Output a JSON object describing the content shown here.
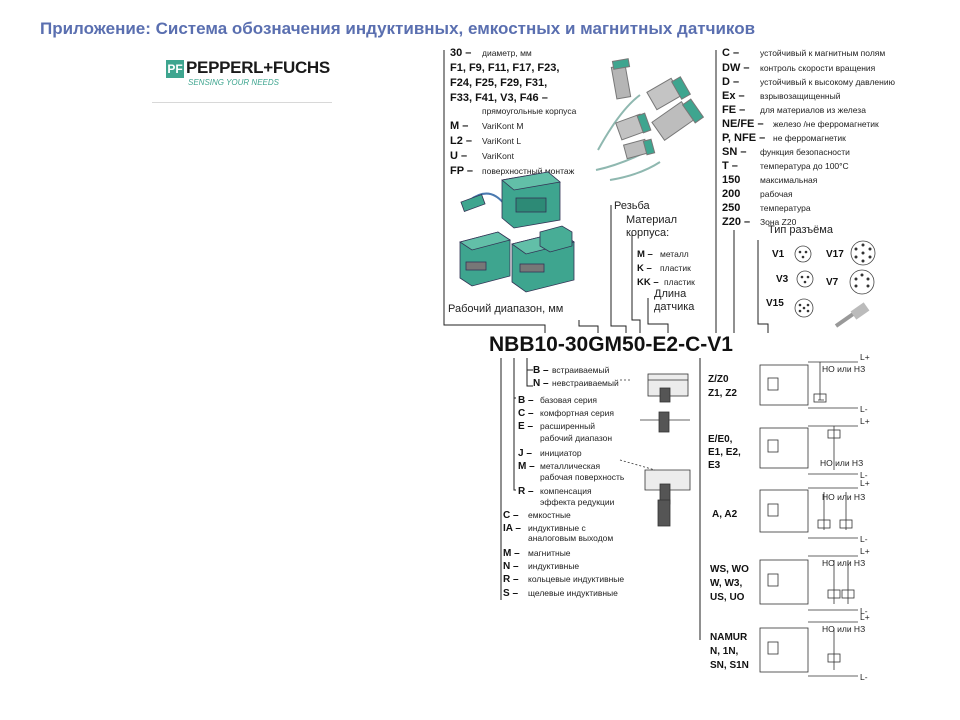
{
  "title": "Приложение: Система обозначения индуктивных, емкостных и магнитных датчиков",
  "logo": {
    "mark": "PF",
    "name": "PEPPERL+FUCHS",
    "tagline": "SENSING YOUR NEEDS"
  },
  "model_code": "NBB10-30GM50-E2-C-V1",
  "size_list": [
    {
      "code": "30 –",
      "desc": "диаметр, мм"
    },
    {
      "code": "F1, F9, F11, F17, F23,",
      "desc": ""
    },
    {
      "code": "F24, F25, F29, F31,",
      "desc": ""
    },
    {
      "code": "F33, F41, V3, F46 –",
      "desc": ""
    },
    {
      "code": "",
      "desc": "прямоугольные корпуса"
    },
    {
      "code": "M –",
      "desc": "VariKont M"
    },
    {
      "code": "L2 –",
      "desc": "VariKont L"
    },
    {
      "code": "U –",
      "desc": "VariKont"
    },
    {
      "code": "FP –",
      "desc": "поверхностный монтаж"
    }
  ],
  "option_list": [
    {
      "code": "C –",
      "desc": "устойчивый к магнитным полям"
    },
    {
      "code": "DW –",
      "desc": "контроль скорости вращения"
    },
    {
      "code": "D –",
      "desc": "устойчивый к высокому давлению"
    },
    {
      "code": "Ex –",
      "desc": "взрывозащищенный"
    },
    {
      "code": "FE –",
      "desc": "для материалов из железа"
    },
    {
      "code": "NE/FE –",
      "desc": "железо /не ферромагнетик"
    },
    {
      "code": "P, NFE –",
      "desc": "не ферромагнетик"
    },
    {
      "code": "SN –",
      "desc": "функция безопасности"
    },
    {
      "code": "T –",
      "desc": "температура до 100°C"
    },
    {
      "code": "150",
      "desc": "максимальная"
    },
    {
      "code": "200",
      "desc": "рабочая"
    },
    {
      "code": "250",
      "desc": "температура"
    },
    {
      "code": "Z20 –",
      "desc": "Зона Z20"
    }
  ],
  "labels": {
    "thread": "Резьба",
    "housing_material": "Материал корпуса:",
    "sensing_range": "Рабочий диапазон, мм",
    "sensor_length": "Длина датчика",
    "connector_type": "Тип разъёма"
  },
  "material_list": [
    {
      "code": "M –",
      "desc": "металл"
    },
    {
      "code": "K –",
      "desc": "пластик"
    },
    {
      "code": "KK –",
      "desc": "пластик"
    }
  ],
  "connectors": [
    "V1",
    "V17",
    "V3",
    "V7",
    "V15"
  ],
  "mount_list": [
    {
      "code": "B –",
      "desc": "встраиваемый"
    },
    {
      "code": "N –",
      "desc": "невстраиваемый"
    }
  ],
  "series_list": [
    {
      "code": "B –",
      "desc": "базовая серия"
    },
    {
      "code": "C –",
      "desc": "комфортная серия"
    },
    {
      "code": "E –",
      "desc": "расширенный"
    },
    {
      "code": "",
      "desc": "рабочий диапазон"
    },
    {
      "code": "J –",
      "desc": "инициатор"
    },
    {
      "code": "M –",
      "desc": "металлическая"
    },
    {
      "code": "",
      "desc": "рабочая поверхность"
    },
    {
      "code": "R –",
      "desc": "компенсация"
    },
    {
      "code": "",
      "desc": "эффекта редукции"
    }
  ],
  "principle_list": [
    {
      "code": "C –",
      "desc": "емкостные"
    },
    {
      "code": "IA –",
      "desc": "индуктивные с"
    },
    {
      "code": "",
      "desc": "аналоговым выходом"
    },
    {
      "code": "M –",
      "desc": "магнитные"
    },
    {
      "code": "N –",
      "desc": "индуктивные"
    },
    {
      "code": "R –",
      "desc": "кольцевые индуктивные"
    },
    {
      "code": "S –",
      "desc": "щелевые индуктивные"
    }
  ],
  "outputs": [
    {
      "codes": [
        "Z/Z0",
        "Z1, Z2"
      ],
      "plus": "L+",
      "minus": "L-",
      "no_nc": "НО или НЗ"
    },
    {
      "codes": [
        "E/E0,",
        "E1, E2,",
        "E3"
      ],
      "plus": "L+",
      "minus": "L-",
      "no_nc": "НО или НЗ"
    },
    {
      "codes": [
        "A, A2"
      ],
      "plus": "L+",
      "minus": "L-",
      "no_nc": "НО или НЗ"
    },
    {
      "codes": [
        "WS, WO",
        "W, W3,",
        "US, UO"
      ],
      "plus": "L+",
      "minus": "L-",
      "no_nc": "НО или НЗ"
    },
    {
      "codes": [
        "NAMUR",
        "N, 1N,",
        "SN, S1N"
      ],
      "plus": "L+",
      "minus": "L-",
      "no_nc": "НО или НЗ"
    }
  ],
  "colors": {
    "title": "#5A6FB0",
    "sensor_body": "#3ea58f",
    "logo_accent": "#3ea58f"
  }
}
